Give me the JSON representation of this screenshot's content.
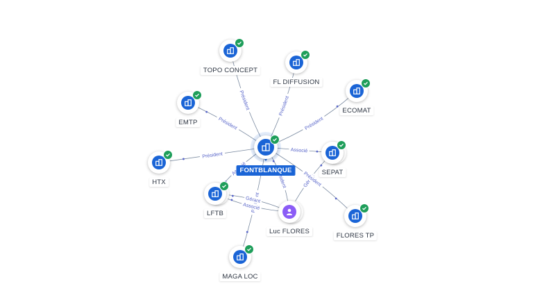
{
  "center": {
    "id": "fontblanque",
    "label": "FONTBLANQUE",
    "icon": "building-icon",
    "verified": true
  },
  "nodes": [
    {
      "id": "topo",
      "label": "TOPO CONCEPT",
      "icon": "building-icon",
      "verified": true
    },
    {
      "id": "fl",
      "label": "FL DIFFUSION",
      "icon": "building-icon",
      "verified": true
    },
    {
      "id": "ecomat",
      "label": "ECOMAT",
      "icon": "building-icon",
      "verified": true
    },
    {
      "id": "emtp",
      "label": "EMTP",
      "icon": "building-icon",
      "verified": true
    },
    {
      "id": "sepat",
      "label": "SEPAT",
      "icon": "building-icon",
      "verified": true
    },
    {
      "id": "htx",
      "label": "HTX",
      "icon": "building-icon",
      "verified": true
    },
    {
      "id": "lftb",
      "label": "LFTB",
      "icon": "building-icon",
      "verified": true
    },
    {
      "id": "luc",
      "label": "Luc FLORES",
      "icon": "person-icon",
      "verified": false
    },
    {
      "id": "florestp",
      "label": "FLORES TP",
      "icon": "building-icon",
      "verified": true
    },
    {
      "id": "maga",
      "label": "MAGA LOC",
      "icon": "building-icon",
      "verified": true
    }
  ],
  "edges": [
    {
      "from": "fontblanque",
      "to": "topo",
      "label": "Président"
    },
    {
      "from": "fontblanque",
      "to": "fl",
      "label": "Président"
    },
    {
      "from": "fontblanque",
      "to": "ecomat",
      "label": "Président"
    },
    {
      "from": "fontblanque",
      "to": "emtp",
      "label": "Président"
    },
    {
      "from": "fontblanque",
      "to": "sepat",
      "label": "Associé"
    },
    {
      "from": "fontblanque",
      "to": "htx",
      "label": "Président"
    },
    {
      "from": "fontblanque",
      "to": "lftb",
      "label": "Associé"
    },
    {
      "from": "fontblanque",
      "to": "maga",
      "label": "Président"
    },
    {
      "from": "luc",
      "to": "fontblanque",
      "label": "Président"
    },
    {
      "from": "luc",
      "to": "lftb",
      "label": "Gérant"
    },
    {
      "from": "luc",
      "to": "lftb",
      "label": "Associé"
    },
    {
      "from": "luc",
      "to": "sepat",
      "label": "Gérant"
    },
    {
      "from": "fontblanque",
      "to": "florestp",
      "label": "Président"
    }
  ],
  "colors": {
    "primary": "#1a64d6",
    "verified": "#1e9e5a",
    "person": "#8b5cf6",
    "edge": "#7a8aa0",
    "edge_label": "#5865c9"
  }
}
